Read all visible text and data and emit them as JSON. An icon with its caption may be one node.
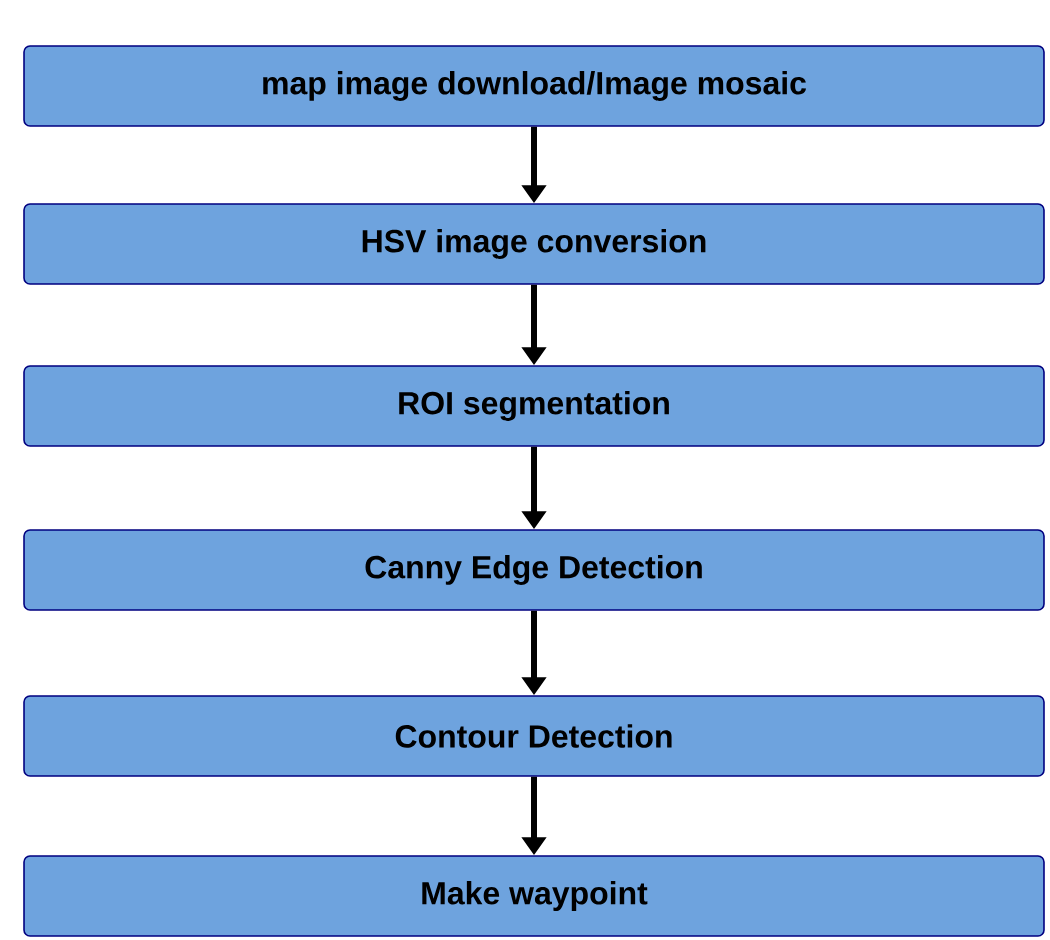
{
  "diagram": {
    "nodes": [
      {
        "text": [
          "map image download/Image mosaic"
        ]
      },
      {
        "text": [
          "HSV image conversion"
        ]
      },
      {
        "text": [
          "ROI segmentation"
        ]
      },
      {
        "text": [
          "Canny Edge Detection"
        ]
      },
      {
        "text": [
          "Contour Detection"
        ]
      },
      {
        "text": [
          "Make waypoint"
        ]
      }
    ],
    "edges": [
      {
        "from": 0,
        "to": 1,
        "arrow": "to"
      },
      {
        "from": 1,
        "to": 2,
        "arrow": "to"
      },
      {
        "from": 2,
        "to": 3,
        "arrow": "to"
      },
      {
        "from": 3,
        "to": 4,
        "arrow": "to"
      },
      {
        "from": 4,
        "to": 5,
        "arrow": "to"
      }
    ]
  }
}
